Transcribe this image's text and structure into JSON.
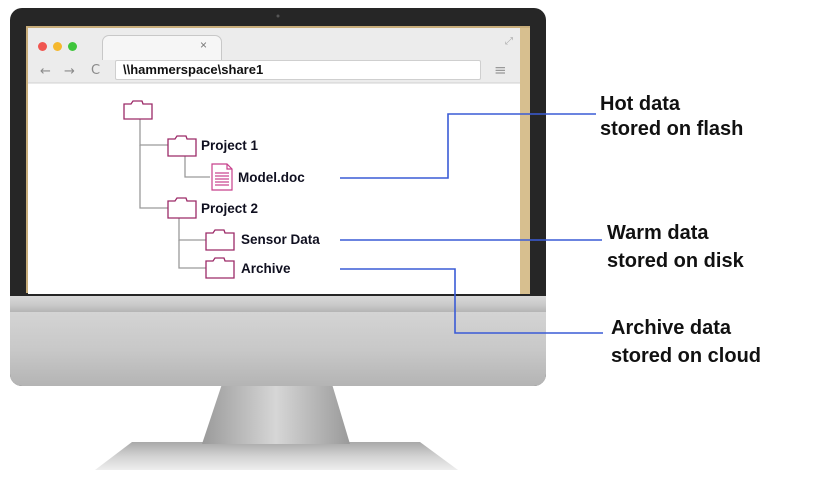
{
  "browser": {
    "address": "\\\\hammerspace\\share1",
    "tab_close": "×",
    "back": "←",
    "forward": "→",
    "reload": "C",
    "menu": "≡",
    "expand": "⤢"
  },
  "tree": {
    "root_label": "",
    "project1": "Project 1",
    "model_doc": "Model.doc",
    "project2": "Project 2",
    "sensor_data": "Sensor Data",
    "archive": "Archive"
  },
  "callouts": {
    "hot_line1": "Hot data",
    "hot_line2": "stored on flash",
    "warm_line1": "Warm data",
    "warm_line2": "stored on disk",
    "archive_line1": "Archive data",
    "archive_line2": "stored on cloud"
  },
  "colors": {
    "folder": "#9c2a68",
    "document": "#c8408c",
    "connector": "#3a5bd6",
    "tree_line": "#9a9a9a",
    "traffic_red": "#f05650",
    "traffic_yellow": "#f5b82e",
    "traffic_green": "#3fc53c"
  }
}
